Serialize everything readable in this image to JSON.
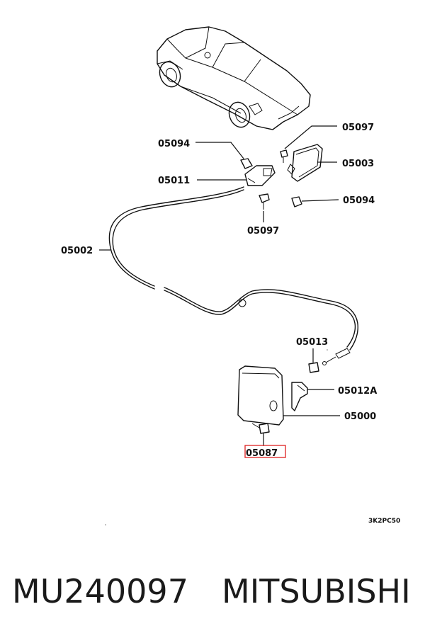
{
  "labels": {
    "p05097_top": "05097",
    "p05094_left": "05094",
    "p05003": "05003",
    "p05011": "05011",
    "p05094_right": "05094",
    "p05097_bottom": "05097",
    "p05002": "05002",
    "p05013": "05013",
    "p05012A": "05012A",
    "p05000": "05000",
    "p05087": "05087"
  },
  "diagram_code": "3K2PC50",
  "caption": {
    "part_number": "MU240097",
    "brand": "MITSUBISHI"
  },
  "highlight_color": "#e03030"
}
